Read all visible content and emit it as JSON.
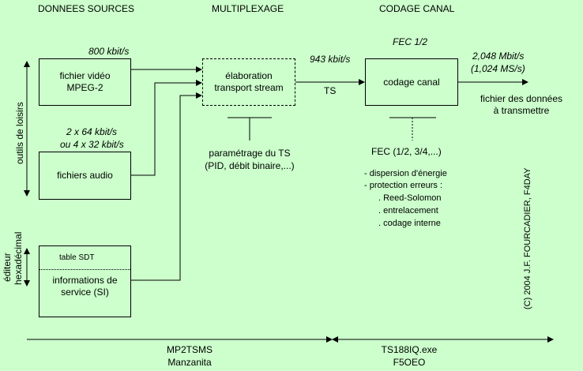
{
  "headers": {
    "sources": "DONNEES SOURCES",
    "mux": "MULTIPLEXAGE",
    "channel": "CODAGE CANAL"
  },
  "blocks": {
    "video": {
      "line1": "fichier vidéo",
      "line2": "MPEG-2",
      "rate": "800 kbit/s"
    },
    "audio": {
      "line1": "fichiers audio",
      "rate_line1": "2 x 64 kbit/s",
      "rate_line2": "ou 4 x 32 kbit/s"
    },
    "si": {
      "table": "table SDT",
      "line1": "informations de",
      "line2": "service (SI)"
    },
    "ts": {
      "line1": "élaboration",
      "line2": "transport stream",
      "rate": "943 kbit/s",
      "out_label": "TS"
    },
    "channel": {
      "label": "codage canal",
      "fec": "FEC 1/2",
      "rate_line1": "2,048 Mbit/s",
      "rate_line2": "(1,024 MS/s)"
    }
  },
  "output": {
    "line1": "fichier des données",
    "line2": "à transmettre"
  },
  "ts_params": {
    "line1": "paramétrage du TS",
    "line2": "(PID, débit binaire,...)"
  },
  "fec_info": {
    "title": "FEC (1/2, 3/4,...)",
    "items": [
      "- dispersion d'énergie",
      "- protection erreurs :",
      ". Reed-Solomon",
      ". entrelacement",
      ". codage interne"
    ]
  },
  "side_labels": {
    "tools": "outils de loisirs",
    "hex_line1": "éditeur",
    "hex_line2": "hexadécimal"
  },
  "bottom": {
    "left_line1": "MP2TSMS",
    "left_line2": "Manzanita",
    "right_line1": "TS188IQ.exe",
    "right_line2": "F5OEO"
  },
  "copyright": "(C) 2004   J.F. FOURCADIER, F4DAY"
}
